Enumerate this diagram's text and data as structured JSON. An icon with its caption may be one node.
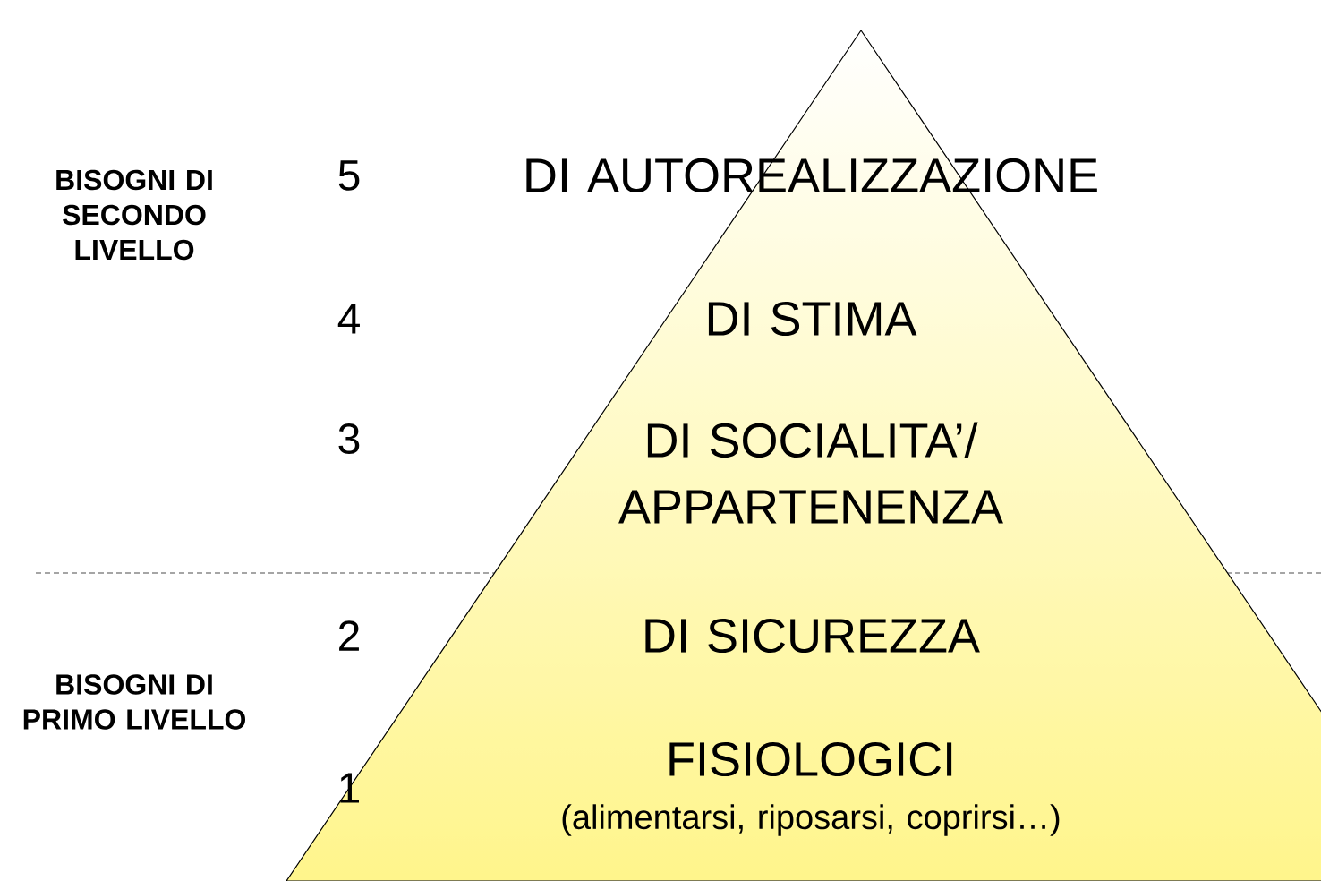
{
  "diagram": {
    "nodes": [
      {
        "text": [
          "DI AUTOREALIZZAZIONE",
          "DI STIMA",
          "DI SOCIALITA’/ APPARTENENZA",
          "DI SICUREZZA",
          "FISIOLOGICI",
          "(alimentarsi, riposarsi, coprirsi…)"
        ]
      }
    ],
    "labels": [
      "BISOGNI DI SECONDO LIVELLO",
      "5",
      "4",
      "3",
      "BISOGNI DI PRIMO LIVELLO",
      "2",
      "1"
    ]
  }
}
